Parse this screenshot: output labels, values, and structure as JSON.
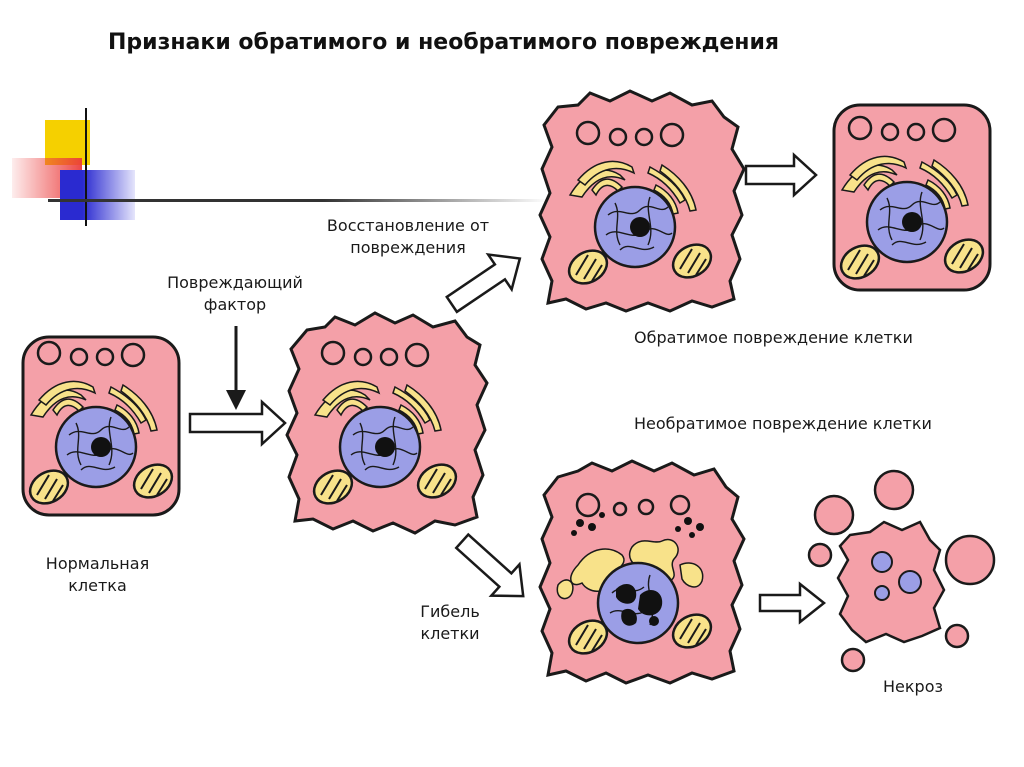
{
  "title": "Признаки обратимого и необратимого повреждения",
  "labels": {
    "normal_cell": "Нормальная клетка",
    "damaging_factor": "Повреждающий фактор",
    "recovery": "Восстановление от повреждения",
    "reversible_injury": "Обратимое повреждение клетки",
    "irreversible_injury": "Необратимое повреждение клетки",
    "cell_death": "Гибель клетки",
    "necrosis": "Некроз"
  },
  "colors": {
    "cell_fill": "#f4a0a8",
    "nucleus_fill": "#9b9ee6",
    "organelle_fill": "#f8e28a",
    "outline": "#1a1a1a",
    "deco_yellow": "#f5d000",
    "deco_red": "#e23a3a",
    "deco_blue": "#2a2ad0"
  }
}
